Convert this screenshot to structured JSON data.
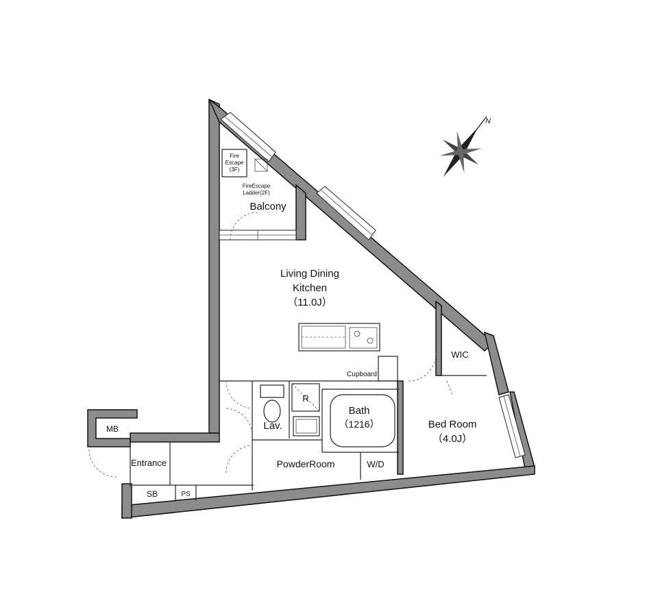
{
  "rooms": {
    "balcony": "Balcony",
    "ldk_line1": "Living Dining",
    "ldk_line2": "Kitchen",
    "ldk_size": "（11.0J）",
    "wic": "WIC",
    "bedroom": "Bed Room",
    "bedroom_size": "（4.0J）",
    "bath": "Bath",
    "bath_size": "（1216）",
    "lav": "Lav.",
    "powder_room": "PowderRoom",
    "wd": "W/D",
    "entrance": "Entrance",
    "mb": "MB",
    "sb": "SB",
    "ps": "PS",
    "fridge": "R",
    "cupboard": "Cupboard"
  },
  "annotations": {
    "fire_escape_1": "Fire",
    "fire_escape_2": "Escape",
    "fire_escape_3": "(3F)",
    "ladder_1": "FireEscape",
    "ladder_2": "Ladder(2F)"
  },
  "compass": {
    "north_label": "N"
  }
}
